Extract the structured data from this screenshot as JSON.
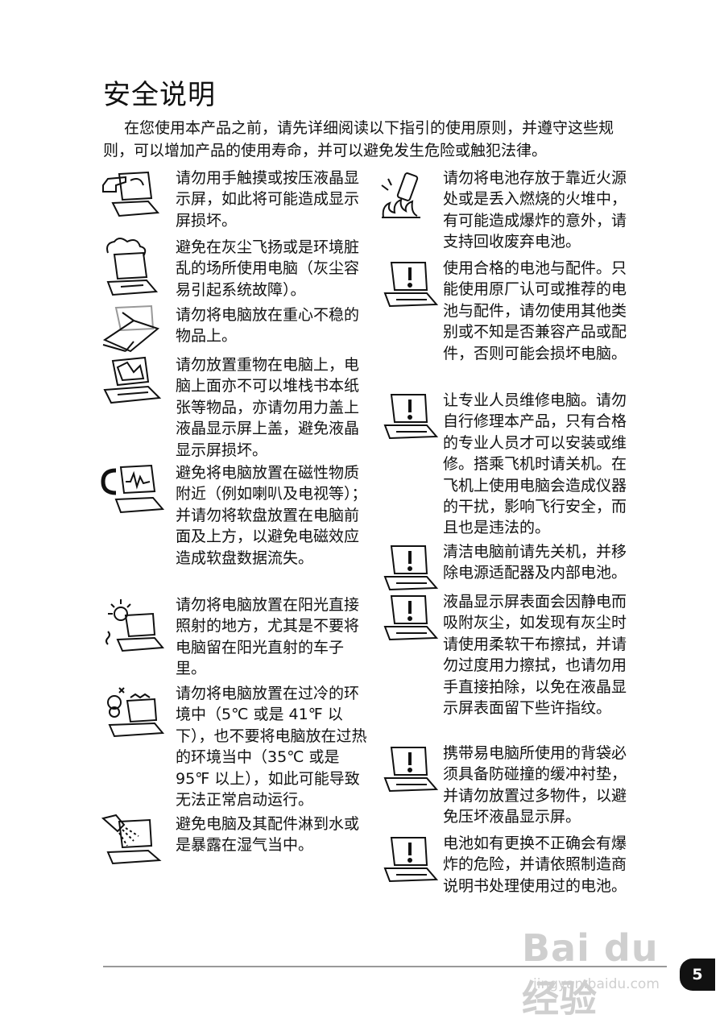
{
  "title": "安全说明",
  "intro": {
    "line1": "在您使用本产品之前，请先详细阅读以下指引的使用原则，并遵守这些规",
    "line2": "则，可以增加产品的使用寿命，并可以避免发生危险或触犯法律。"
  },
  "left_items": [
    {
      "icon": "hand-touch-screen-icon",
      "text": "请勿用手触摸或按压液晶显示屏，如此将可能造成显示屏损坏。"
    },
    {
      "icon": "dust-cloud-laptop-icon",
      "text": "避免在灰尘飞扬或是环境脏乱的场所使用电脑（灰尘容易引起系统故障）。"
    },
    {
      "icon": "unstable-laptop-icon",
      "text": "请勿将电脑放在重心不稳的物品上。"
    },
    {
      "icon": "heavy-object-laptop-icon",
      "text": "请勿放置重物在电脑上，电脑上面亦不可以堆栈书本纸张等物品，亦请勿用力盖上液晶显示屏上盖，避免液晶显示屏损坏。"
    },
    {
      "icon": "magnet-laptop-icon",
      "text": "避免将电脑放置在磁性物质附近（例如喇叭及电视等）；并请勿将软盘放置在电脑前面及上方，以避免电磁效应造成软盘数据流失。"
    },
    {
      "icon": "sun-laptop-icon",
      "text": "请勿将电脑放置在阳光直接照射的地方，尤其是不要将电脑留在阳光直射的车子里。"
    },
    {
      "icon": "temperature-laptop-icon",
      "text": "请勿将电脑放置在过冷的环境中（5℃ 或是 41℉ 以下），也不要将电脑放在过热的环境当中（35℃ 或是 95℉ 以上），如此可能导致无法正常启动运行。"
    },
    {
      "icon": "water-laptop-icon",
      "text": "避免电脑及其配件淋到水或是暴露在湿气当中。"
    }
  ],
  "right_items": [
    {
      "icon": "battery-fire-icon",
      "text": "请勿将电池存放于靠近火源处或是丢入燃烧的火堆中，有可能造成爆炸的意外，请支持回收废弃电池。"
    },
    {
      "icon": "warning-laptop-icon",
      "text": "使用合格的电池与配件。只能使用原厂认可或推荐的电池与配件，请勿使用其他类别或不知是否兼容产品或配件，否则可能会损坏电脑。"
    },
    {
      "icon": "warning-laptop-icon",
      "text": "让专业人员维修电脑。请勿自行修理本产品，只有合格的专业人员才可以安装或维修。搭乘飞机时请关机。在飞机上使用电脑会造成仪器的干扰，影响飞行安全，而且也是违法的。"
    },
    {
      "icon": "warning-laptop-icon",
      "text": "清洁电脑前请先关机，并移除电源适配器及内部电池。"
    },
    {
      "icon": "warning-laptop-icon",
      "text": "液晶显示屏表面会因静电而吸附灰尘，如发现有灰尘时请使用柔软干布擦拭，并请勿过度用力擦拭，也请勿用手直接拍除，以免在液晶显示屏表面留下些许指纹。"
    },
    {
      "icon": "warning-laptop-icon",
      "text": "携带易电脑所使用的背袋必须具备防碰撞的缓冲衬垫，并请勿放置过多物件，以避免压坏液晶显示屏。"
    },
    {
      "icon": "warning-laptop-icon",
      "text": "电池如有更换不正确会有爆炸的危险，并请依照制造商说明书处理使用过的电池。"
    }
  ],
  "page_number": "5",
  "watermark": {
    "brand": "Bai du 经验",
    "url": "jingyan.baidu.com"
  }
}
